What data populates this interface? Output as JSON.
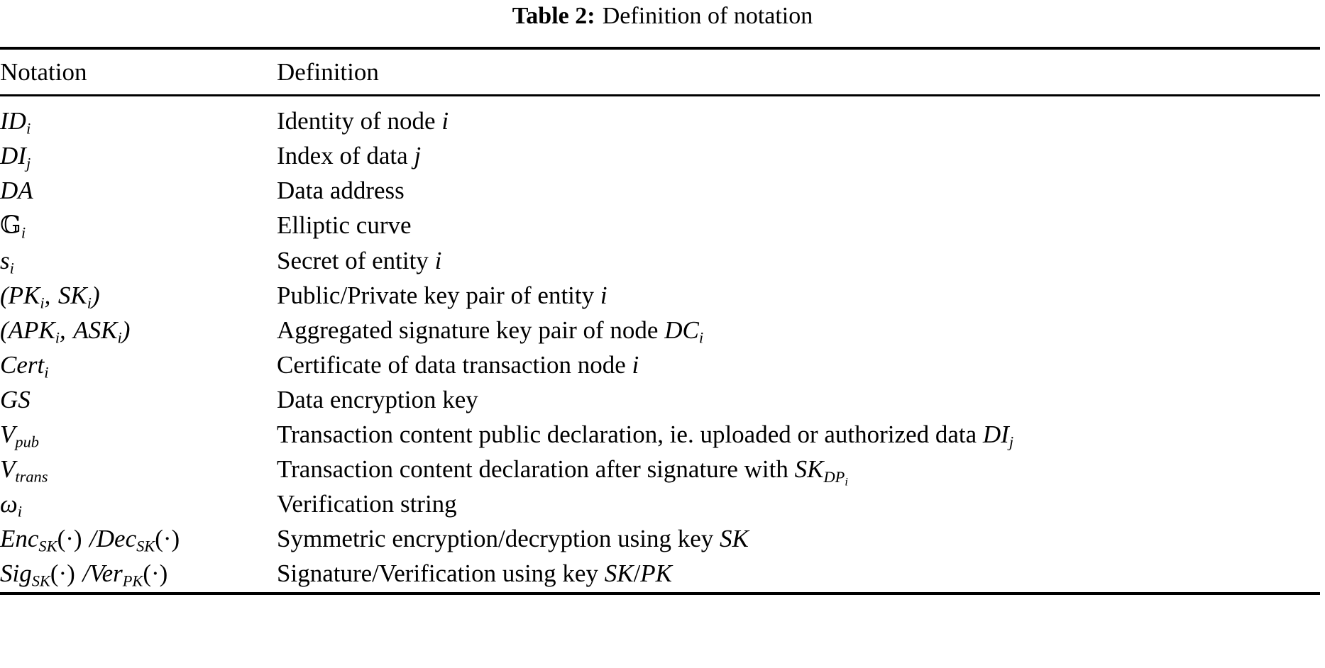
{
  "caption": {
    "label": "Table 2:",
    "text": "Definition of notation"
  },
  "table": {
    "columns": [
      "Notation",
      "Definition"
    ],
    "rows": [
      {
        "notation_plain": "ID_i",
        "definition_plain": "Identity of node i"
      },
      {
        "notation_plain": "DI_j",
        "definition_plain": "Index of data j"
      },
      {
        "notation_plain": "DA",
        "definition_plain": "Data address"
      },
      {
        "notation_plain": "G_i",
        "definition_plain": "Elliptic curve"
      },
      {
        "notation_plain": "s_i",
        "definition_plain": "Secret of entity i"
      },
      {
        "notation_plain": "(PK_i, SK_i)",
        "definition_plain": "Public/Private key pair of entity i"
      },
      {
        "notation_plain": "(APK_i, ASK_i)",
        "definition_plain": "Aggregated signature key pair of node DC_i"
      },
      {
        "notation_plain": "Cert_i",
        "definition_plain": "Certificate of data transaction node i"
      },
      {
        "notation_plain": "GS",
        "definition_plain": "Data encryption key"
      },
      {
        "notation_plain": "V_pub",
        "definition_plain": "Transaction content public declaration, ie. uploaded or authorized data DI_j"
      },
      {
        "notation_plain": "V_trans",
        "definition_plain": "Transaction content declaration after signature with SK_DP_i"
      },
      {
        "notation_plain": "ω_i",
        "definition_plain": "Verification string"
      },
      {
        "notation_plain": "Enc_SK(·) / Dec_SK(·)",
        "definition_plain": "Symmetric encryption/decryption using key SK"
      },
      {
        "notation_plain": "Sig_SK(·) / Ver_PK(·)",
        "definition_plain": "Signature/Verification using key SK/PK"
      }
    ]
  },
  "colors": {
    "text": "#000000",
    "background": "#ffffff",
    "rule": "#000000"
  }
}
